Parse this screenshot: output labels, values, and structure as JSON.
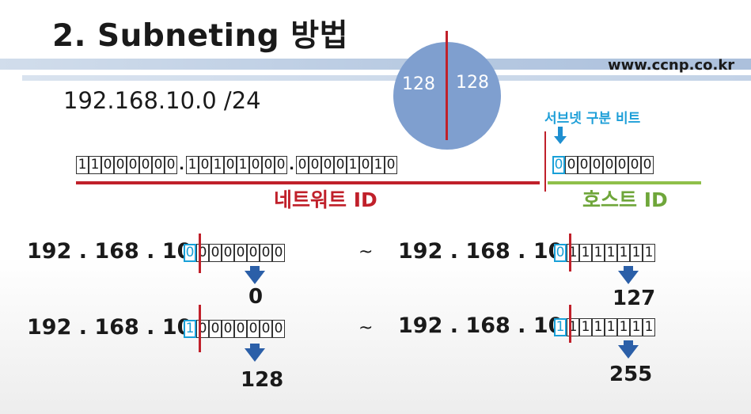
{
  "title": "2. Subneting 방법",
  "website": "www.ccnp.co.kr",
  "network_address": "192.168.10.0 /24",
  "circle": {
    "left": "128",
    "right": "128"
  },
  "binary_address": {
    "octet1": [
      "1",
      "1",
      "0",
      "0",
      "0",
      "0",
      "0",
      "0"
    ],
    "octet2": [
      "1",
      "0",
      "1",
      "0",
      "1",
      "0",
      "0",
      "0"
    ],
    "octet3": [
      "0",
      "0",
      "0",
      "0",
      "1",
      "0",
      "1",
      "0"
    ],
    "octet4": [
      "0",
      "0",
      "0",
      "0",
      "0",
      "0",
      "0",
      "0"
    ],
    "separator": "."
  },
  "subnet_bit_label": "서브넷 구분 비트",
  "network_id_label": "네트워트 ID",
  "host_id_label": "호스트 ID",
  "ranges": [
    {
      "start_prefix": "192 . 168 . 10 .",
      "start_bits": [
        "0",
        "0",
        "0",
        "0",
        "0",
        "0",
        "0",
        "0"
      ],
      "start_result": "0",
      "tilde": "~",
      "end_prefix": "192 . 168 . 10 .",
      "end_bits": [
        "0",
        "1",
        "1",
        "1",
        "1",
        "1",
        "1",
        "1"
      ],
      "end_result": "127"
    },
    {
      "start_prefix": "192 . 168 . 10 .",
      "start_bits": [
        "1",
        "0",
        "0",
        "0",
        "0",
        "0",
        "0",
        "0"
      ],
      "start_result": "128",
      "tilde": "~",
      "end_prefix": "192 . 168 . 10 .",
      "end_bits": [
        "1",
        "1",
        "1",
        "1",
        "1",
        "1",
        "1",
        "1"
      ],
      "end_result": "255"
    }
  ],
  "colors": {
    "network": "#c0202a",
    "host": "#6fa63a",
    "subnet_bit": "#1e9fd8",
    "arrow": "#2b5fa8",
    "circle": "#7f9fcf"
  }
}
